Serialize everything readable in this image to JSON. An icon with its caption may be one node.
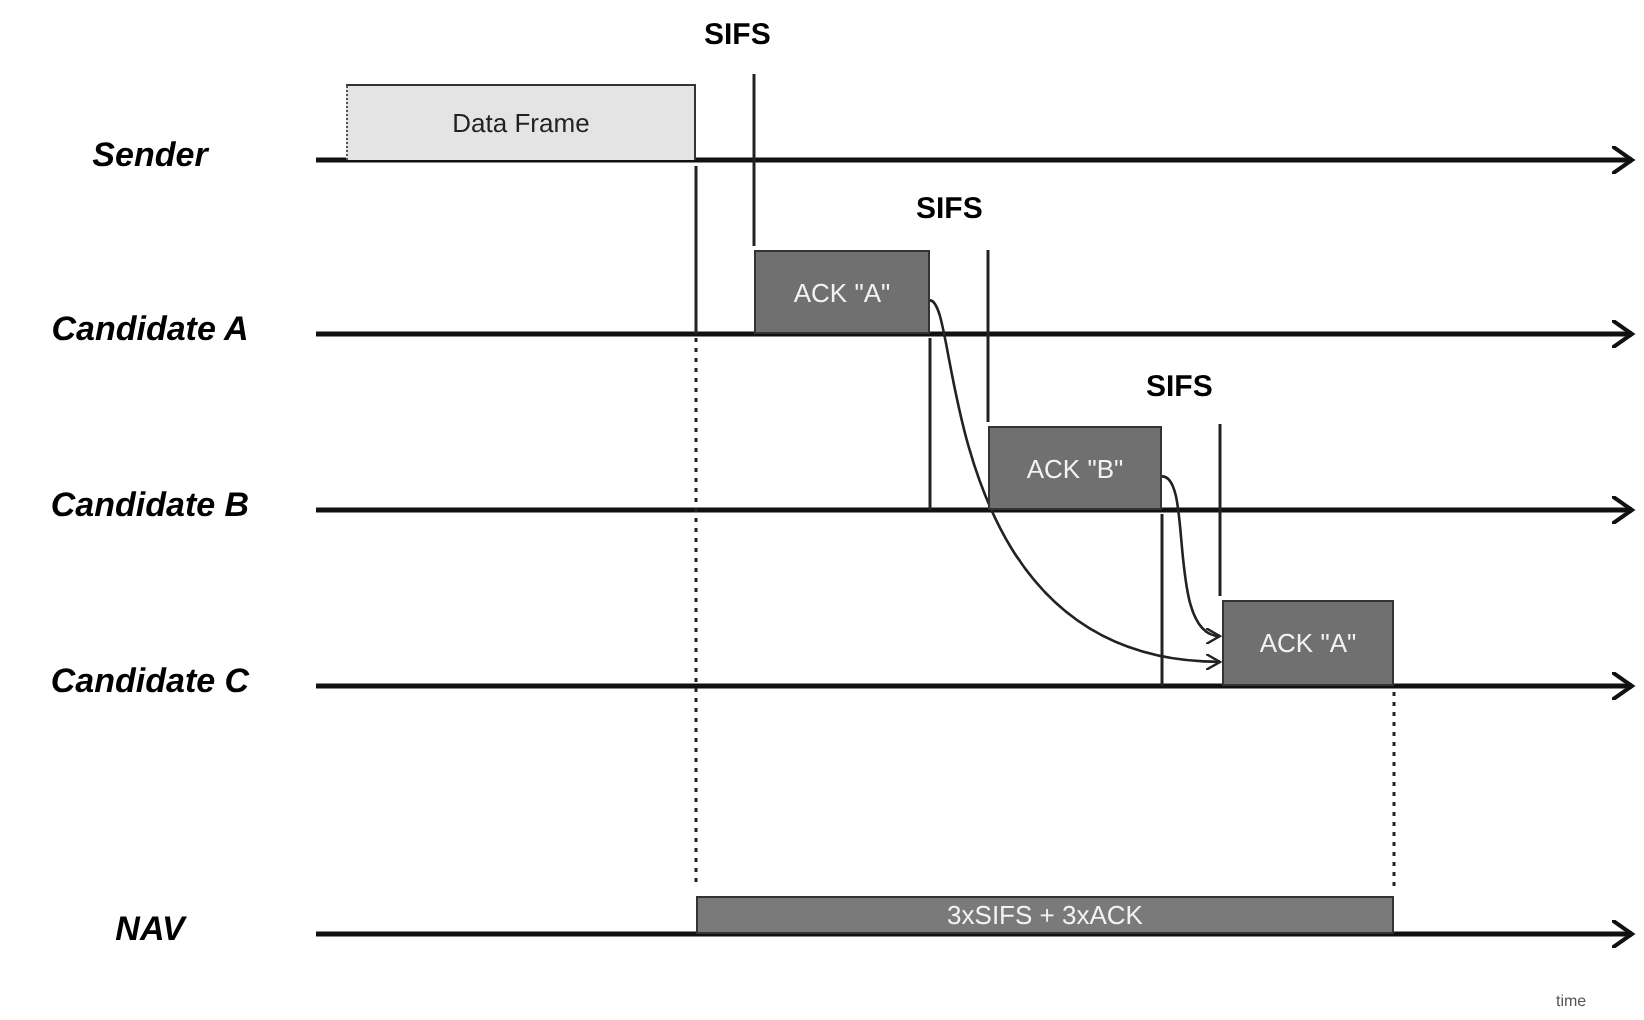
{
  "diagram": {
    "nodes": [
      {
        "text": [
          "Data Frame"
        ]
      },
      {
        "text": [
          "ACK \"A\""
        ]
      },
      {
        "text": [
          "ACK \"B\""
        ]
      },
      {
        "text": [
          "ACK \"A\""
        ]
      },
      {
        "text": [
          "3xSIFS + 3xACK"
        ]
      }
    ],
    "edges": [
      {
        "from": 1,
        "to": 3,
        "arrow": "to"
      },
      {
        "from": 2,
        "to": 3,
        "arrow": "to"
      }
    ],
    "labels": [
      "SIFS",
      "Sender",
      "SIFS",
      "Candidate A",
      "SIFS",
      "Candidate B",
      "Candidate C",
      "NAV",
      "time"
    ]
  }
}
